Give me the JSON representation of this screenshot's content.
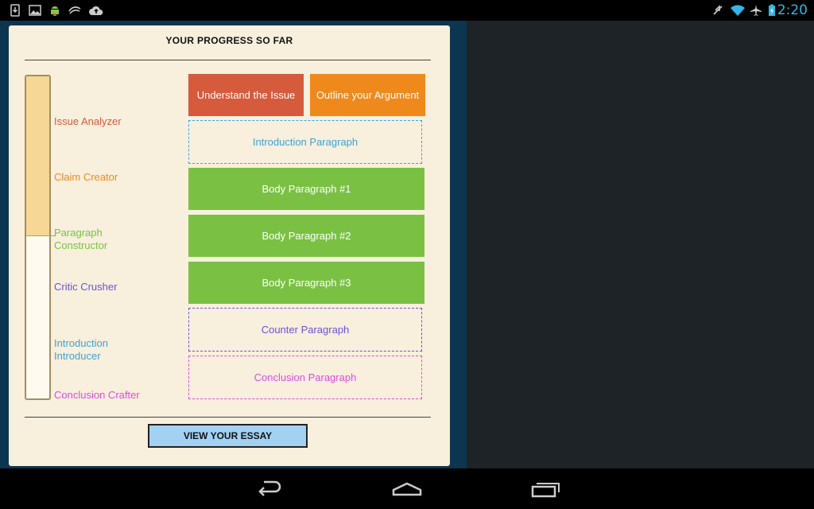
{
  "status_bar": {
    "time": "2:20",
    "left_icons": [
      "download-icon",
      "gallery-icon",
      "android-icon",
      "sprint-icon",
      "cloud-upload-icon"
    ],
    "right_icons": [
      "mute-icon",
      "wifi-icon",
      "airplane-icon",
      "battery-charging-icon"
    ]
  },
  "card": {
    "title": "YOUR PROGRESS SO FAR",
    "meter": {
      "progress_fraction": 0.495
    },
    "stages": [
      {
        "label": "Issue Analyzer",
        "color": "#d65a3c"
      },
      {
        "label": "Claim Creator",
        "color": "#f0891c"
      },
      {
        "label": "Paragraph\nConstructor",
        "color": "#7ac143"
      },
      {
        "label": "Critic Crusher",
        "color": "#6a53d6"
      },
      {
        "label": "Introduction\nIntroducer",
        "color": "#3ba3d8"
      },
      {
        "label": "Conclusion Crafter",
        "color": "#e14be0"
      }
    ],
    "steps": {
      "understand": {
        "label": "Understand the Issue",
        "color": "#d65a3c",
        "completed": true
      },
      "outline": {
        "label": "Outline your Argument",
        "color": "#f0891c",
        "completed": true
      },
      "intro": {
        "label": "Introduction Paragraph",
        "color": "#3ba3d8",
        "completed": false
      },
      "body1": {
        "label": "Body Paragraph #1",
        "color": "#7ac143",
        "completed": true
      },
      "body2": {
        "label": "Body Paragraph #2",
        "color": "#7ac143",
        "completed": true
      },
      "body3": {
        "label": "Body Paragraph #3",
        "color": "#7ac143",
        "completed": true
      },
      "counter": {
        "label": "Counter Paragraph",
        "color": "#6a53d6",
        "completed": false
      },
      "conclusion": {
        "label": "Conclusion Paragraph",
        "color": "#e14be0",
        "completed": false
      }
    },
    "view_button": "VIEW YOUR ESSAY"
  },
  "nav_bar": {
    "buttons": [
      "back-icon",
      "home-icon",
      "recent-apps-icon"
    ]
  }
}
